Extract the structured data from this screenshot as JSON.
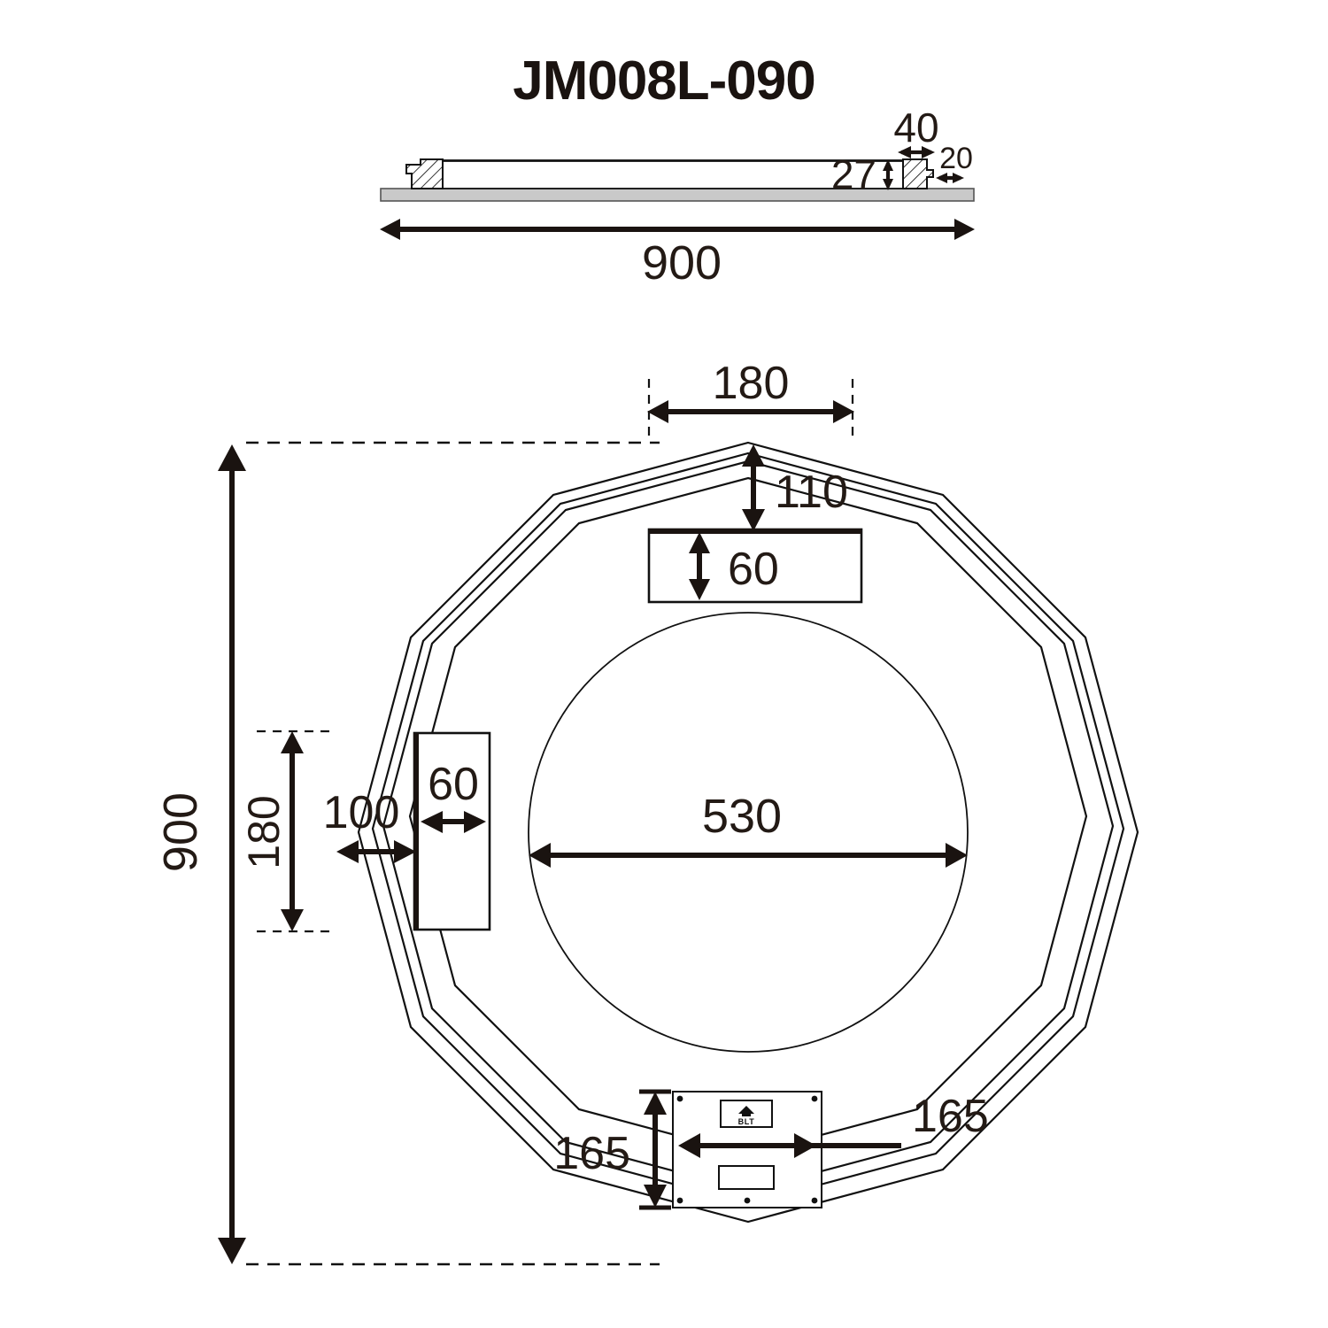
{
  "drawing": {
    "title": "JM008L-090",
    "product_family": "BLT",
    "views": {
      "section": {
        "name": "side-section-view",
        "dimensions": {
          "overall_width": "900",
          "edge_block_width": "40",
          "edge_step_width": "20",
          "panel_thickness": "27"
        }
      },
      "front": {
        "name": "front-plan-view",
        "dimensions": {
          "overall_height": "900",
          "top_cutout_width": "180",
          "top_cutout_offset": "110",
          "top_cutout_height": "60",
          "left_cutout_height": "180",
          "left_cutout_offset": "100",
          "left_cutout_width": "60",
          "mirror_diameter": "530",
          "driver_box_height": "165",
          "driver_box_width": "165"
        },
        "shape": {
          "sides": 12,
          "rings": 4
        },
        "logo_label": "BLT"
      }
    },
    "colors": {
      "line": "#111111",
      "text": "#231a15",
      "plate": "#c9c9c9",
      "background": "#ffffff"
    }
  }
}
